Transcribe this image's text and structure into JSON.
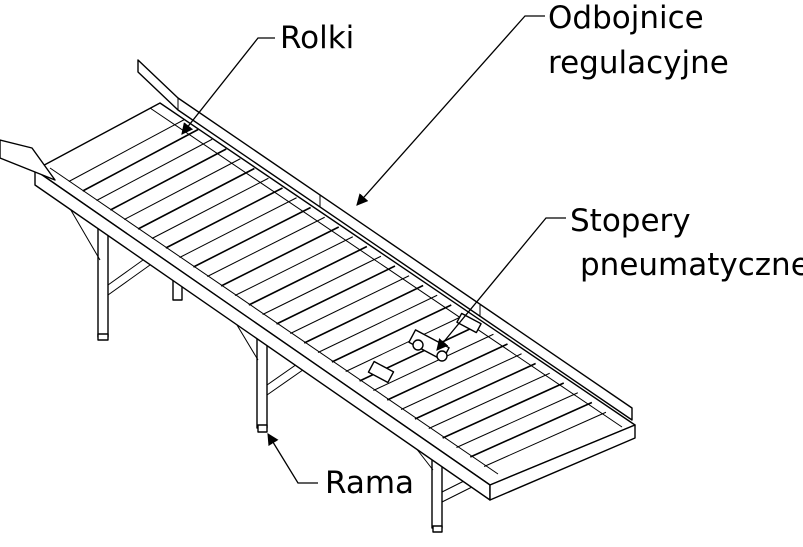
{
  "labels": {
    "rolki": "Rolki",
    "odbojnice_line1": "Odbojnice",
    "odbojnice_line2": "regulacyjne",
    "stopery_line1": "Stopery",
    "stopery_line2": "pneumatyczne",
    "rama": "Rama"
  },
  "colors": {
    "line": "#000000",
    "background": "#ffffff"
  },
  "icons": {
    "arrowhead": "filled-triangle"
  }
}
